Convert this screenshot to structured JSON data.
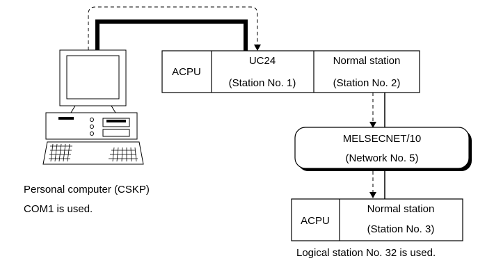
{
  "computer": {
    "caption_line1": "Personal computer (CSKP)",
    "caption_line2": "COM1 is used."
  },
  "station_top": {
    "acpu_label": "ACPU",
    "uc24_label": "UC24",
    "uc24_station": "(Station No. 1)",
    "normal_label": "Normal station",
    "normal_station": "(Station No. 2)"
  },
  "network": {
    "name": "MELSECNET/10",
    "number": "(Network No. 5)"
  },
  "station_bottom": {
    "acpu_label": "ACPU",
    "normal_label": "Normal station",
    "normal_station": "(Station No. 3)",
    "note": "Logical station No. 32 is used."
  }
}
